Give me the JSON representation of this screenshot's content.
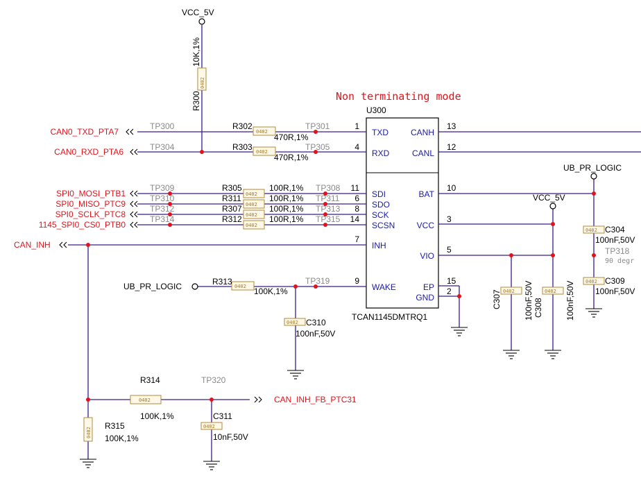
{
  "note": "Non terminating mode",
  "ic": {
    "ref": "U300",
    "part": "TCAN1145DMTRQ1",
    "left_pins": [
      {
        "num": "1",
        "name": "TXD"
      },
      {
        "num": "4",
        "name": "RXD"
      },
      {
        "num": "11",
        "name": "SDI"
      },
      {
        "num": "",
        "name": "SDO"
      },
      {
        "num": "8",
        "name": "SCK"
      },
      {
        "num": "14",
        "name": "SCSN"
      },
      {
        "num": "7",
        "name": "INH"
      },
      {
        "num": "9",
        "name": "WAKE"
      }
    ],
    "sdo_num": "6",
    "right_pins": [
      {
        "num": "13",
        "name": "CANH"
      },
      {
        "num": "12",
        "name": "CANL"
      },
      {
        "num": "10",
        "name": "BAT"
      },
      {
        "num": "3",
        "name": "VCC"
      },
      {
        "num": "5",
        "name": "VIO"
      },
      {
        "num": "15",
        "name": "EP"
      },
      {
        "num": "2",
        "name": "GND"
      }
    ]
  },
  "nets": {
    "txd": "CAN0_TXD_PTA7",
    "rxd": "CAN0_RXD_PTA6",
    "mosi": "SPI0_MOSI_PTB1",
    "miso": "SPI0_MISO_PTC9",
    "sclk": "SPI0_SCLK_PTC8",
    "cs": "1145_SPI0_CS0_PTB0",
    "inh": "CAN_INH",
    "inh_fb": "CAN_INH_FB_PTC31",
    "vcc_top": "VCC_5V",
    "vcc_right": "VCC_5V",
    "ub_logic_left": "UB_PR_LOGIC",
    "ub_logic_right": "UB_PR_LOGIC"
  },
  "testpoints": {
    "tp300": "TP300",
    "tp301": "TP301",
    "tp304": "TP304",
    "tp305": "TP305",
    "tp309": "TP309",
    "tp310": "TP310",
    "tp312": "TP312",
    "tp314": "TP314",
    "tp308": "TP308",
    "tp311": "TP311",
    "tp313": "TP313",
    "tp315": "TP315",
    "tp319": "TP319",
    "tp320": "TP320",
    "tp318": "TP318",
    "tp318_note": "90 degr"
  },
  "components": {
    "r300": {
      "ref": "R300",
      "value": "10K,1%"
    },
    "r302": {
      "ref": "R302",
      "value": "470R,1%"
    },
    "r303": {
      "ref": "R303",
      "value": "470R,1%"
    },
    "r305": {
      "ref": "R305",
      "value": "100R,1%"
    },
    "r311": {
      "ref": "R311",
      "value": "100R,1%"
    },
    "r307": {
      "ref": "R307",
      "value": "100R,1%"
    },
    "r312": {
      "ref": "R312",
      "value": "100R,1%"
    },
    "r313": {
      "ref": "R313",
      "value": "100K,1%"
    },
    "r314": {
      "ref": "R314",
      "value": "100K,1%"
    },
    "r315": {
      "ref": "R315",
      "value": "100K,1%"
    },
    "c304": {
      "ref": "C304",
      "value": "100nF,50V"
    },
    "c309": {
      "ref": "C309",
      "value": "100nF,50V"
    },
    "c307": {
      "ref": "C307",
      "value": "100nF,50V"
    },
    "c308": {
      "ref": "C308",
      "value": "100nF,50V"
    },
    "c310": {
      "ref": "C310",
      "value": "100nF,50V"
    },
    "c311": {
      "ref": "C311",
      "value": "10nF,50V"
    }
  },
  "package": "0402",
  "colors": {
    "net_label": "#e0131b",
    "wire": "#3a1a8c",
    "pin_text": "#1a1aa8",
    "testpoint": "#8a8a8a",
    "body": "#fff8e6"
  }
}
